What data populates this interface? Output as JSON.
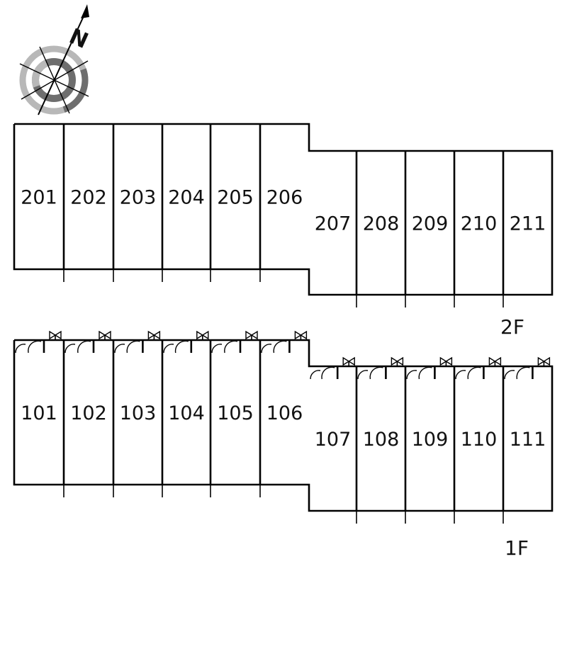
{
  "compass": {
    "north_letter": "N"
  },
  "floors": [
    {
      "id": "second",
      "label": "2F",
      "units": [
        "201",
        "202",
        "203",
        "204",
        "205",
        "206",
        "207",
        "208",
        "209",
        "210",
        "211"
      ]
    },
    {
      "id": "first",
      "label": "1F",
      "units": [
        "101",
        "102",
        "103",
        "104",
        "105",
        "106",
        "107",
        "108",
        "109",
        "110",
        "111"
      ]
    }
  ],
  "colors": {
    "line": "#000000",
    "compass_light": "#b8b8b8",
    "compass_dark": "#6e6e6e"
  }
}
